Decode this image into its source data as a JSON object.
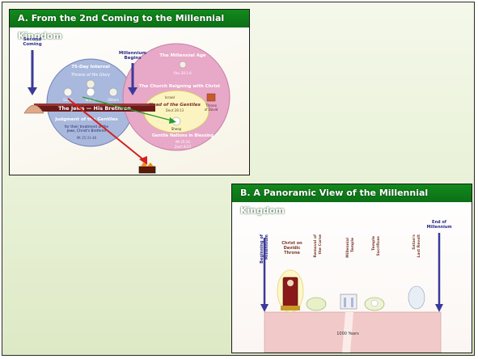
{
  "panel_a": {
    "title": "A. From the 2nd Coming to the Millennial Kingdom",
    "second_coming": "Second\nComing",
    "millennium_begins": "Millennium\nBegins",
    "interval": "75-Day Interval",
    "throne_of_glory": "Throne of His Glory",
    "goats": "Goats",
    "sheep_left": "Sheep",
    "others": "Others",
    "the_jews": "The Jews — His Brethren",
    "judgment": "Judgment of the Gentiles",
    "judgment_sub": "for their treatment of the\nJews, Christ's Brethren",
    "judgment_ref": "Mt 25:31-46",
    "millennial_age": "The Millennial Age",
    "millennial_ref": "Rev 20:1-6",
    "church_reigning": "The Church Reigning with Christ",
    "israel": "Israel",
    "head_of_gentiles": "Head of the Gentiles",
    "head_ref": "Deut 28:13",
    "throne_of_david": "Throne\nof David",
    "sheep_right": "Sheep",
    "gentile_nations": "Gentile Nations in Blessing",
    "gentile_ref1": "Mt 25:34",
    "gentile_ref2": "Zech 8:23"
  },
  "panel_b": {
    "title": "B. A Panoramic View of the Millennial Kingdom",
    "beginning": "Beginning of\nMillennium",
    "christ_throne": "Christ on\nDavidic\nThrone",
    "removal_curse": "Removal of\nthe Curse",
    "millennial_temple": "Millennial\nTemple",
    "temple_sacrifices": "Temple\nSacrifices",
    "satan_revolt": "Satan's\nLast Revolt",
    "end_millennium": "End of\nMillennium",
    "thousand_years": "1000 Years"
  },
  "colors": {
    "title_green": "#0c7a16",
    "arrow_blue": "#3a3a9a",
    "arrow_red": "#d41f1f",
    "arrow_green": "#2c9a2c",
    "circle_blue": "#a9b8dd",
    "circle_pink": "#e8a8c8",
    "timeline_pink": "#f2c9c9"
  }
}
